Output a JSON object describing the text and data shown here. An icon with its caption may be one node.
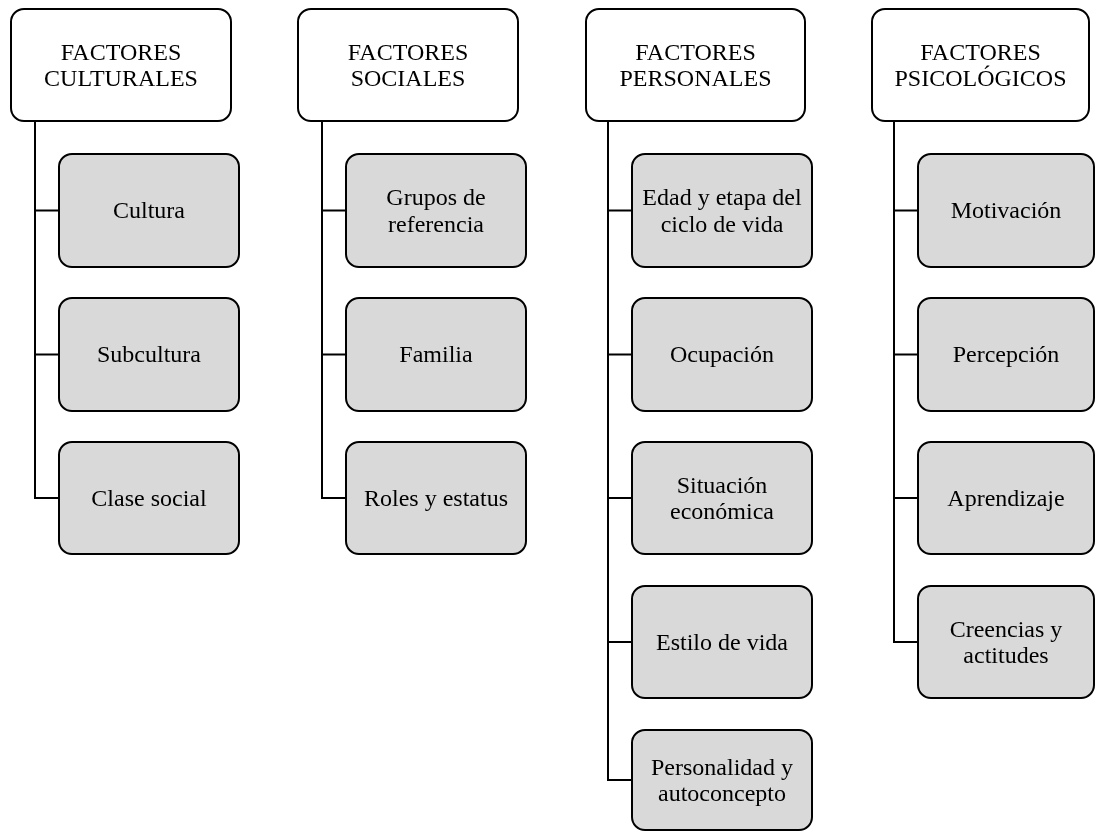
{
  "diagram": {
    "nodes": [
      {
        "text": [
          "FACTORES CULTURALES"
        ]
      },
      {
        "text": [
          "Cultura"
        ]
      },
      {
        "text": [
          "Subcultura"
        ]
      },
      {
        "text": [
          "Clase social"
        ]
      },
      {
        "text": [
          "FACTORES SOCIALES"
        ]
      },
      {
        "text": [
          "Grupos de referencia"
        ]
      },
      {
        "text": [
          "Familia"
        ]
      },
      {
        "text": [
          "Roles y estatus"
        ]
      },
      {
        "text": [
          "FACTORES PERSONALES"
        ]
      },
      {
        "text": [
          "Edad y etapa del ciclo de vida"
        ]
      },
      {
        "text": [
          "Ocupación"
        ]
      },
      {
        "text": [
          "Situación económica"
        ]
      },
      {
        "text": [
          "Estilo de vida"
        ]
      },
      {
        "text": [
          "Personalidad y autoconcepto"
        ]
      },
      {
        "text": [
          "FACTORES PSICOLÓGICOS"
        ]
      },
      {
        "text": [
          "Motivación"
        ]
      },
      {
        "text": [
          "Percepción"
        ]
      },
      {
        "text": [
          "Aprendizaje"
        ]
      },
      {
        "text": [
          "Creencias y actitudes"
        ]
      }
    ],
    "edges": [
      {
        "from": 0,
        "to": 1,
        "arrow": "none"
      },
      {
        "from": 0,
        "to": 2,
        "arrow": "none"
      },
      {
        "from": 0,
        "to": 3,
        "arrow": "none"
      },
      {
        "from": 4,
        "to": 5,
        "arrow": "none"
      },
      {
        "from": 4,
        "to": 6,
        "arrow": "none"
      },
      {
        "from": 4,
        "to": 7,
        "arrow": "none"
      },
      {
        "from": 8,
        "to": 9,
        "arrow": "none"
      },
      {
        "from": 8,
        "to": 10,
        "arrow": "none"
      },
      {
        "from": 8,
        "to": 11,
        "arrow": "none"
      },
      {
        "from": 8,
        "to": 12,
        "arrow": "none"
      },
      {
        "from": 8,
        "to": 13,
        "arrow": "none"
      },
      {
        "from": 14,
        "to": 15,
        "arrow": "none"
      },
      {
        "from": 14,
        "to": 16,
        "arrow": "none"
      },
      {
        "from": 14,
        "to": 17,
        "arrow": "none"
      },
      {
        "from": 14,
        "to": 18,
        "arrow": "none"
      }
    ]
  }
}
